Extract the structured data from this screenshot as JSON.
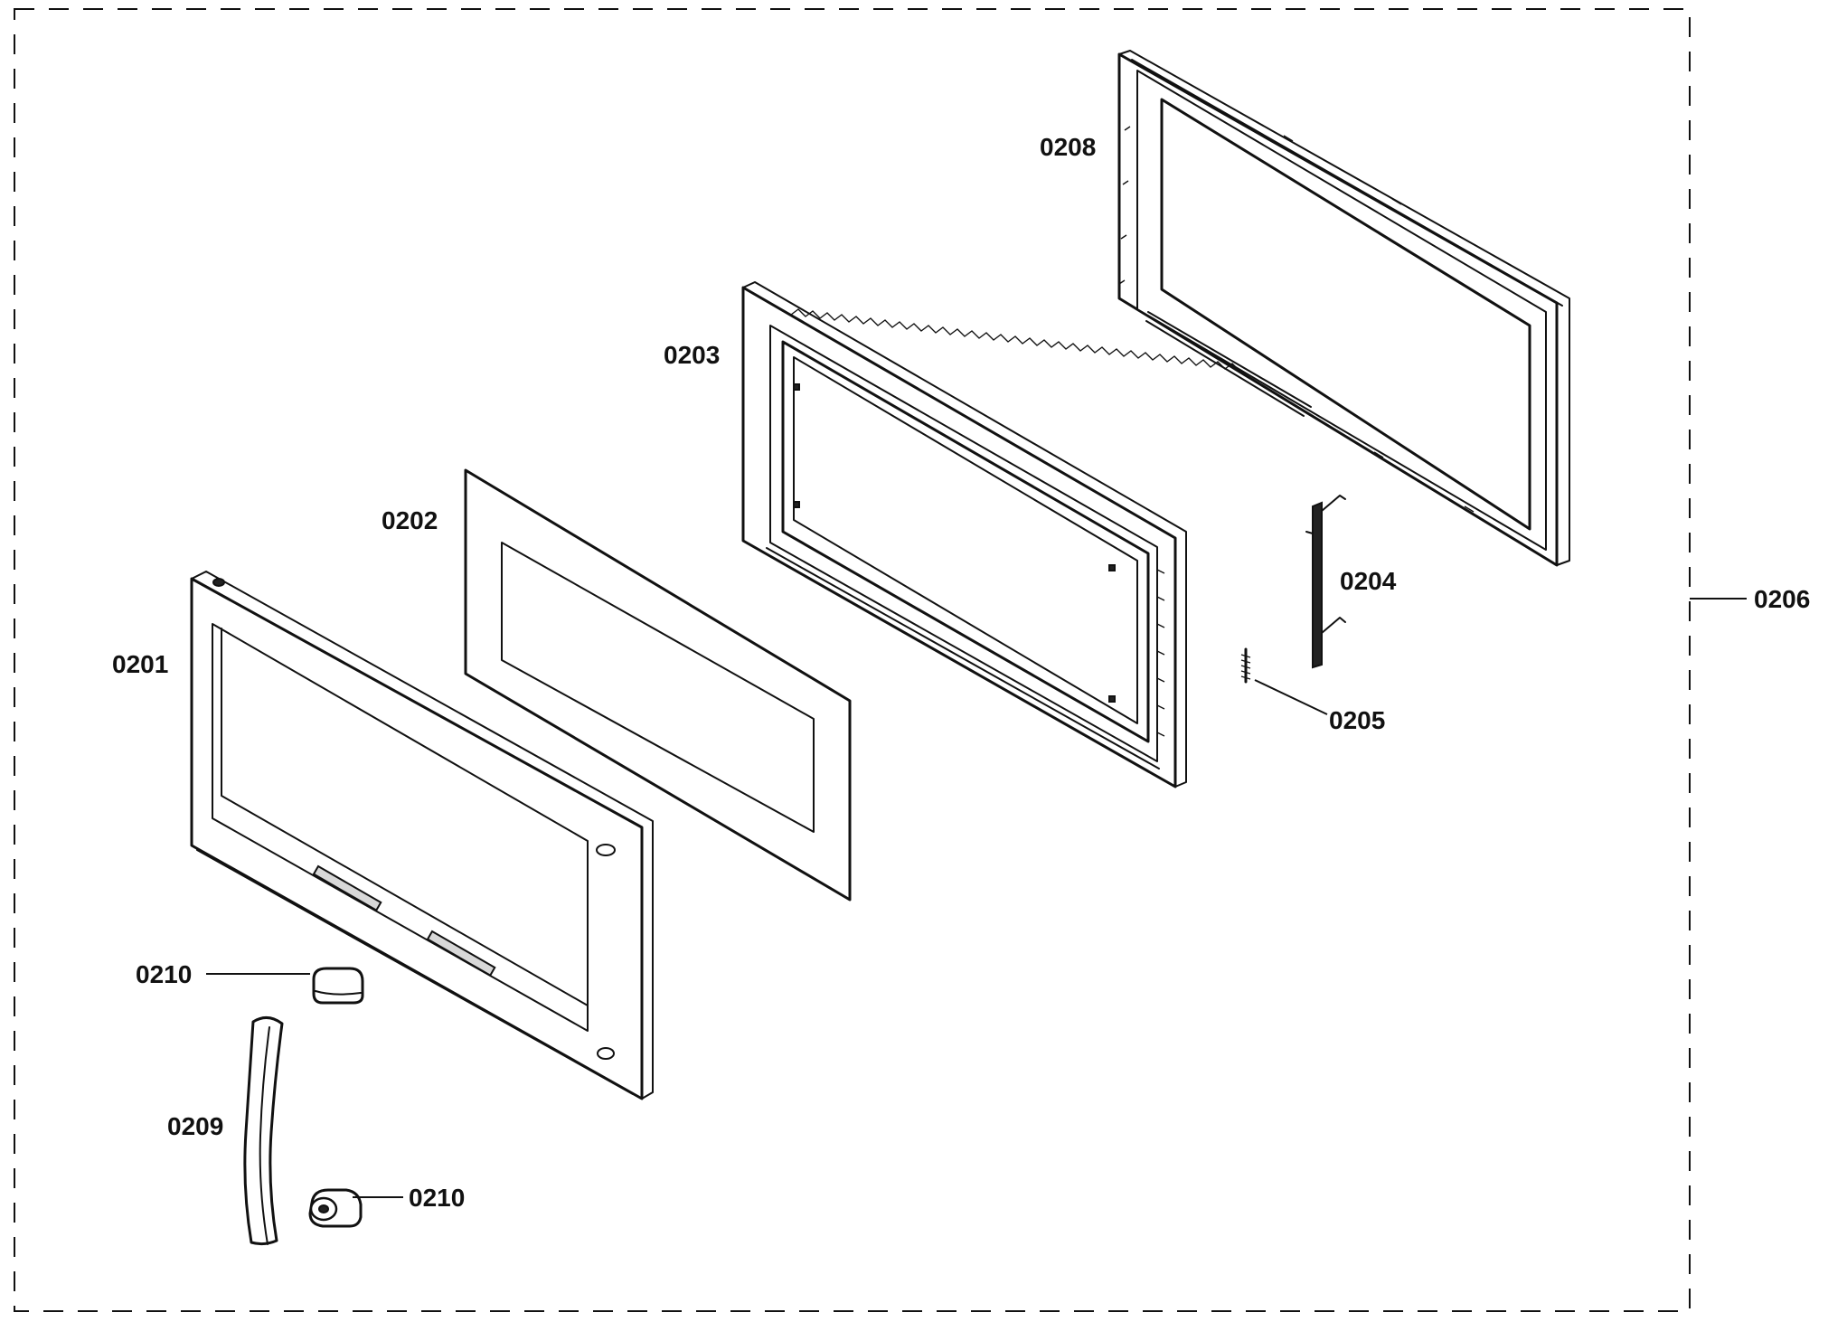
{
  "diagram": {
    "labels": {
      "p0201": "0201",
      "p0202": "0202",
      "p0203": "0203",
      "p0204": "0204",
      "p0205": "0205",
      "p0206": "0206",
      "p0208": "0208",
      "p0209": "0209",
      "p0210_upper": "0210",
      "p0210_lower": "0210"
    }
  }
}
